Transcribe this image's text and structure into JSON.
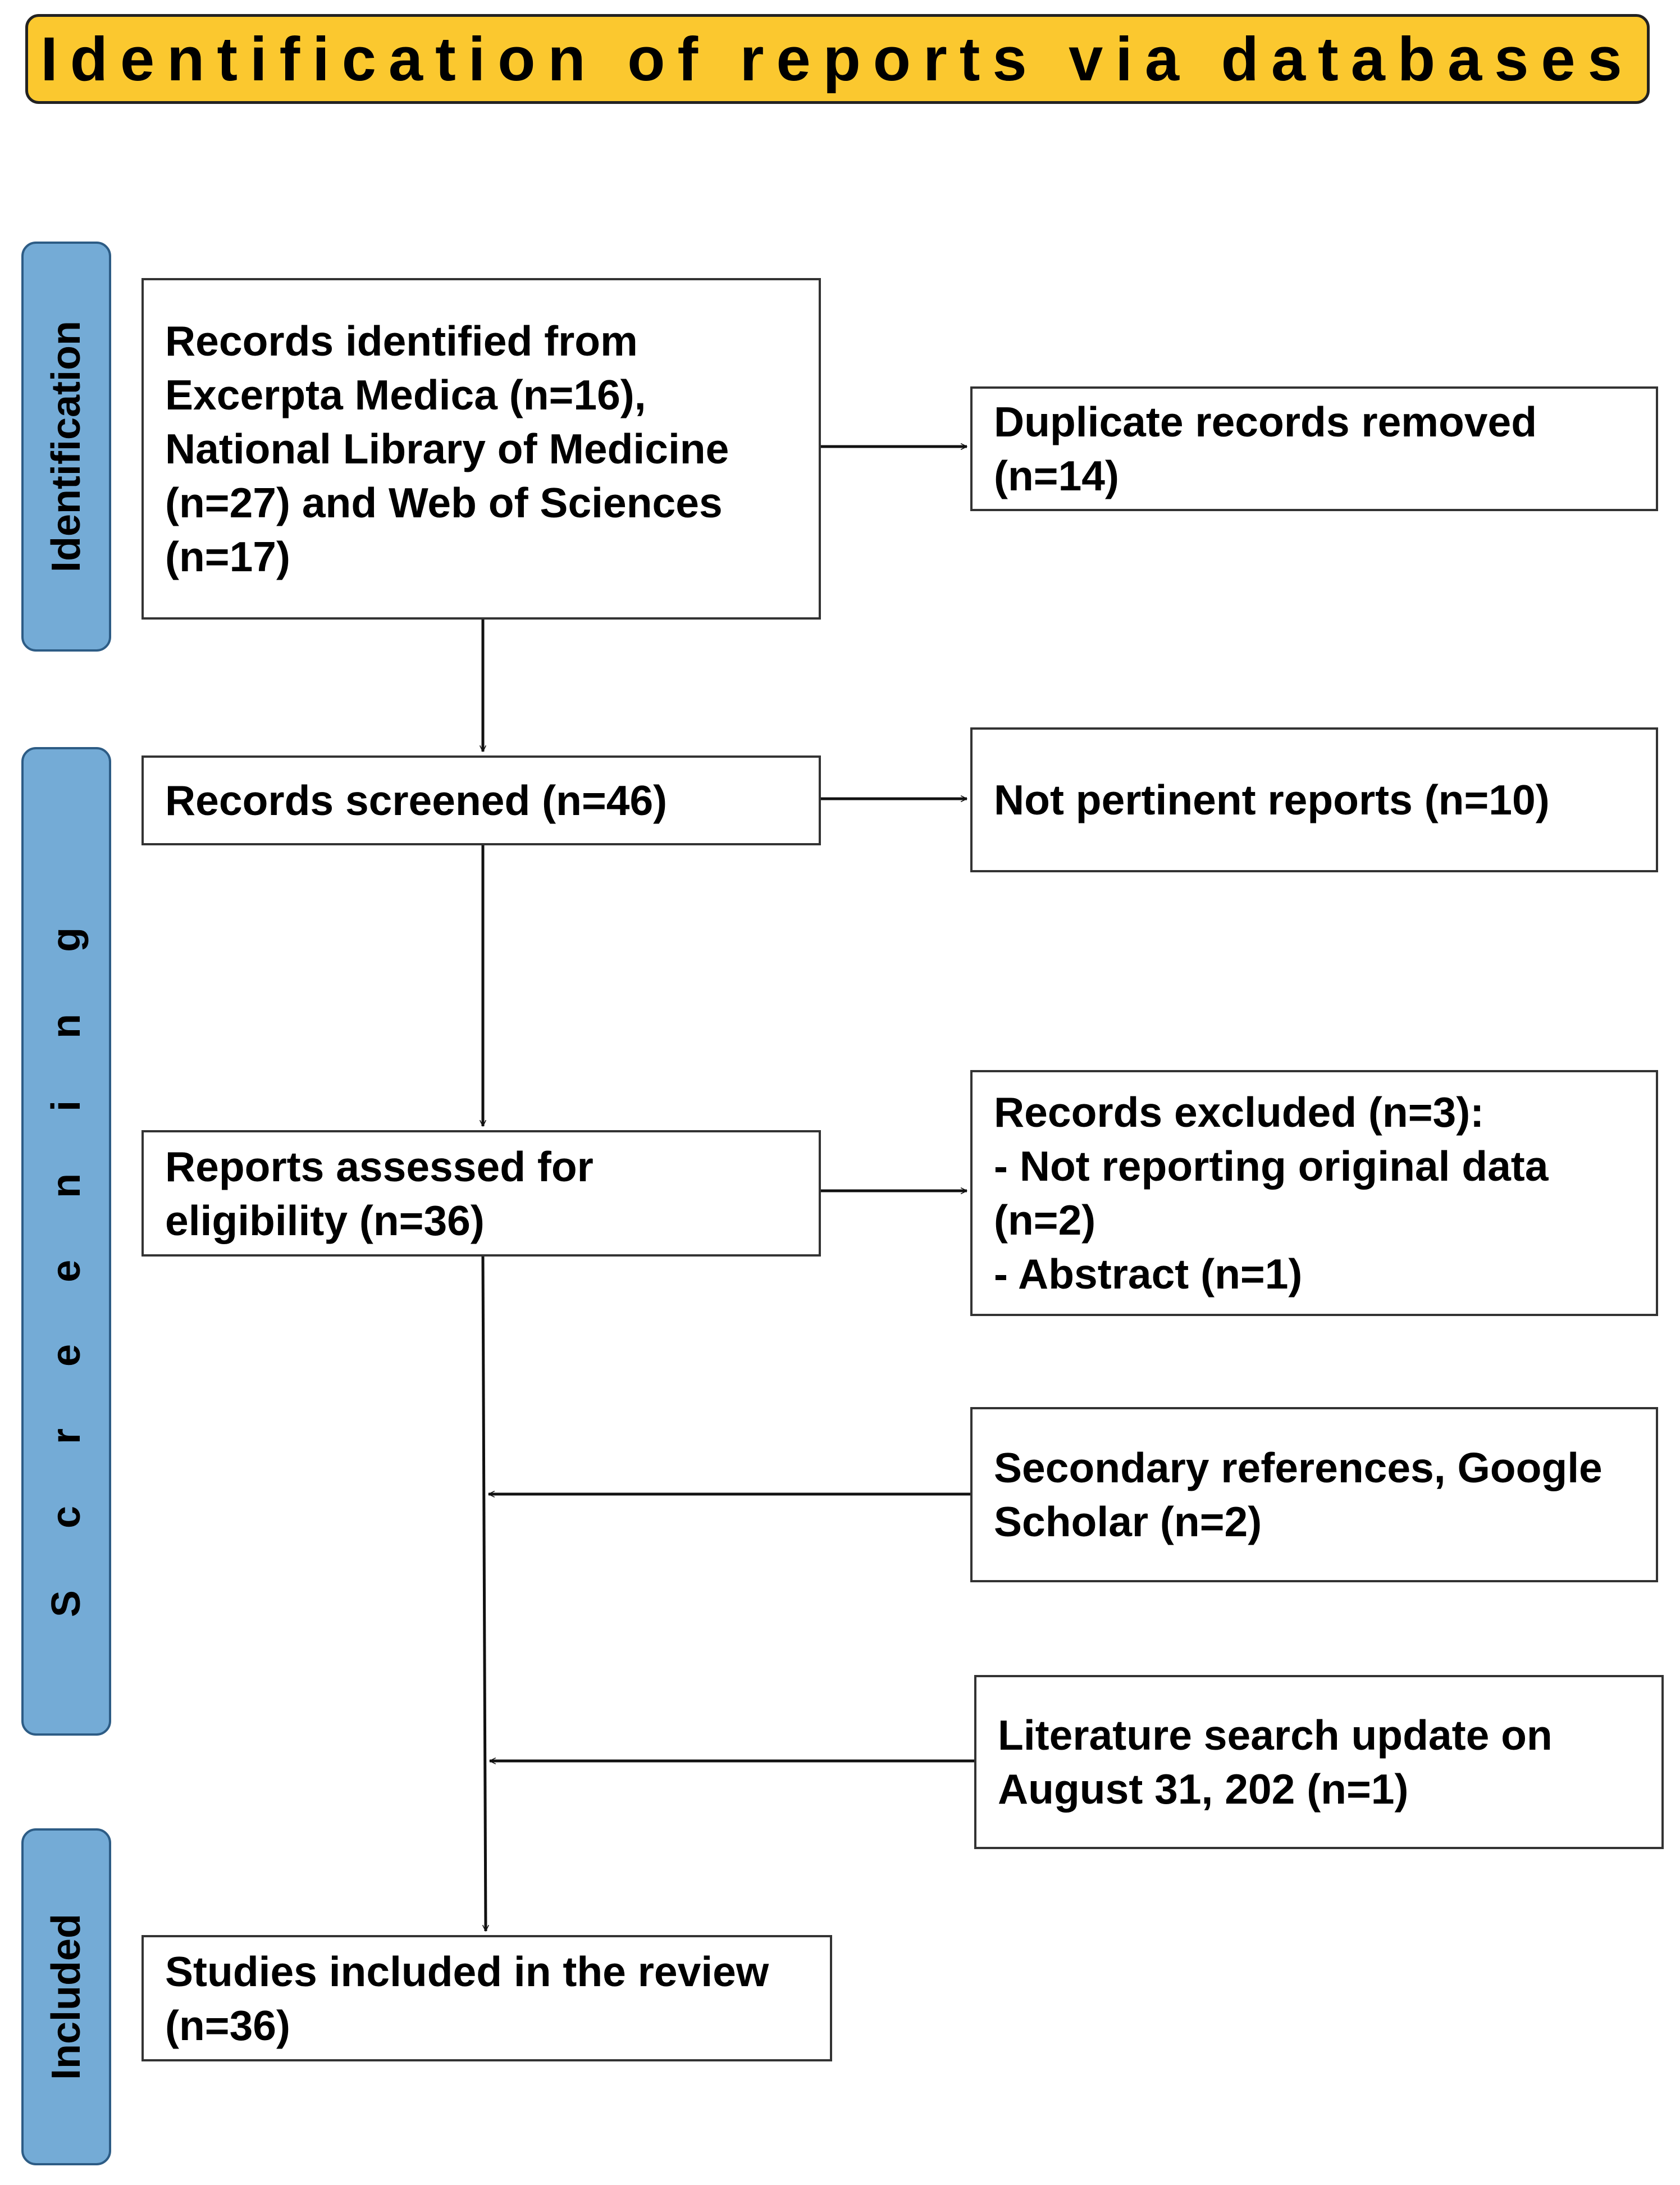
{
  "header": {
    "title": "Identification of reports via databases"
  },
  "phases": {
    "identification": "Identification",
    "screening": "Screening",
    "included": "Included"
  },
  "boxes": {
    "records_identified": "Records identified from\nExcerpta Medica (n=16),\nNational Library of Medicine\n(n=27) and Web of Sciences\n(n=17)",
    "duplicates_removed": "Duplicate records removed\n(n=14)",
    "records_screened": "Records screened (n=46)",
    "not_pertinent": "Not pertinent reports (n=10)",
    "reports_assessed": "Reports assessed for\neligibility (n=36)",
    "records_excluded": "Records excluded (n=3):\n- Not reporting original data\n(n=2)\n-   Abstract (n=1)",
    "secondary_references": "Secondary references, Google\nScholar (n=2)",
    "literature_update": "Literature search update on\nAugust 31, 202 (n=1)",
    "studies_included": "Studies included in the review\n(n=36)"
  },
  "colors": {
    "header_fill": "#fbc82f",
    "phase_fill": "#74abd6",
    "phase_border": "#2d5c85",
    "box_border": "#333333"
  }
}
